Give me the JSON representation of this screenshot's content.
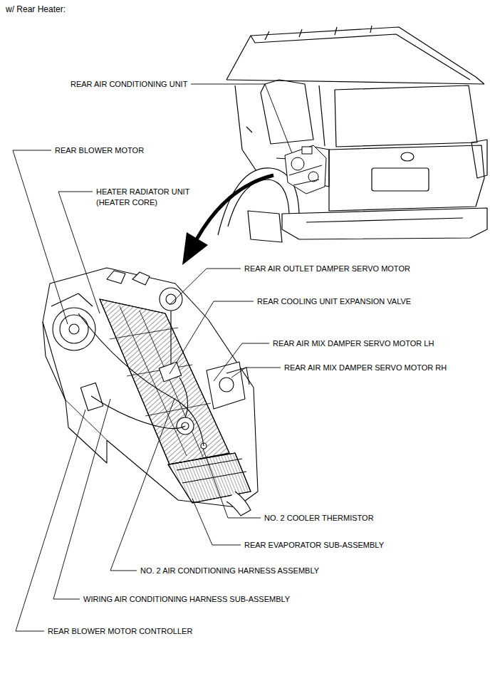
{
  "diagram": {
    "title": "w/ Rear Heater:",
    "labels": [
      "REAR AIR CONDITIONING UNIT",
      "REAR BLOWER MOTOR",
      "HEATER RADIATOR UNIT (HEATER CORE)",
      "REAR AIR OUTLET DAMPER SERVO MOTOR",
      "REAR COOLING UNIT EXPANSION VALVE",
      "REAR AIR MIX DAMPER SERVO MOTOR LH",
      "REAR AIR MIX DAMPER SERVO MOTOR RH",
      "NO. 2 COOLER THERMISTOR",
      "REAR EVAPORATOR SUB-ASSEMBLY",
      "NO. 2 AIR CONDITIONING HARNESS ASSEMBLY",
      "WIRING AIR CONDITIONING HARNESS SUB-ASSEMBLY",
      "REAR BLOWER MOTOR CONTROLLER"
    ]
  }
}
